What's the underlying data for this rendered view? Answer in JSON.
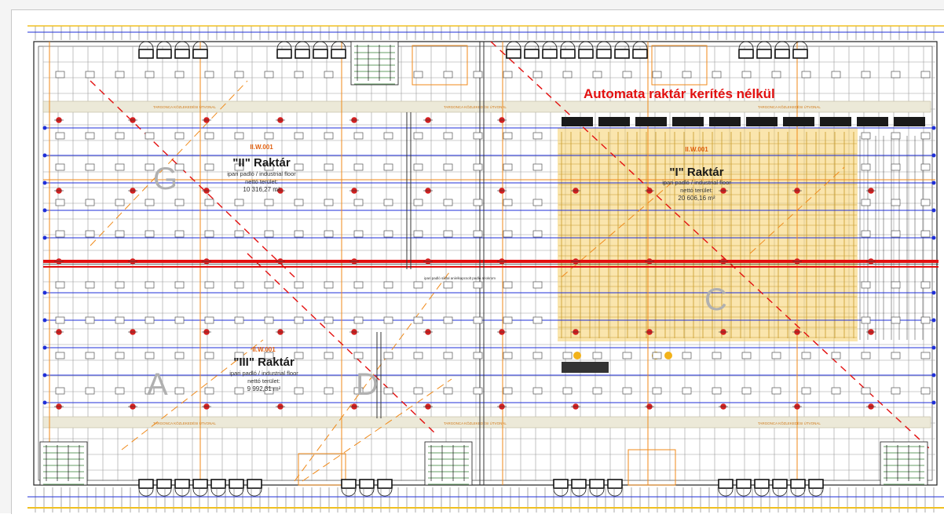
{
  "plan": {
    "annotation": "Automata raktár kerítés nélkül",
    "corridor_label": "TARGONCA KÖZLEKEDÉSI ÚTVONAL",
    "slab_note": "ipari padló síkfal aníelkapcsolt padlo ariokrom",
    "rooms": [
      {
        "code": "II.W.001",
        "name": "\"II\" Raktár",
        "floor": "ipari padló / industrial floor",
        "area_label": "nettó terület:",
        "area": "10 316,27 m²"
      },
      {
        "code": "II.W.001",
        "name": "\"I\" Raktár",
        "floor": "ipari padló / industrial floor",
        "area_label": "nettó terület:",
        "area": "20 606,16 m²"
      },
      {
        "code": "II.W.001",
        "name": "\"III\" Raktár",
        "floor": "ipari padló / industrial floor",
        "area_label": "nettó terület:",
        "area": "9 992,31 m²"
      }
    ],
    "zone_letters": [
      "G",
      "A",
      "D",
      "C"
    ]
  },
  "colors": {
    "grid_blue": "#1f2fd8",
    "cut_red": "#e31010",
    "dim_orange": "#f08a1a",
    "rack_yellow": "#f5cf6a",
    "column_red": "#d42020",
    "corridor": "#ece9d8"
  }
}
